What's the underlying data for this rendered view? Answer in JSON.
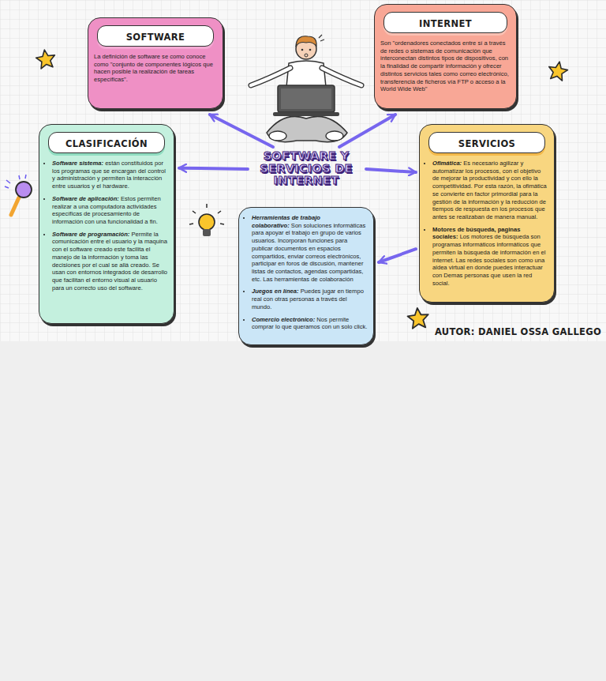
{
  "diagram": {
    "nodes": [
      {
        "text": [
          "SOFTWARE",
          "La definición de software se como conoce como \"conjunto de componentes lógicos que hacen posible la realización de tareas específicas\"."
        ]
      },
      {
        "text": [
          "INTERNET",
          "Son \"ordenadores conectados entre sí a través de redes o sistemas de comunicación que interconectan distintos tipos de dispositivos, con la finalidad de compartir información y ofrecer distintos servicios tales como correo electrónico, transferencia de ficheros vía FTP o acceso a la World Wide Web\""
        ]
      },
      {
        "text": [
          "CLASIFICACIÓN",
          "Software sistema:",
          "están constituidos por los programas que se encargan del control y administración y permiten la interacción entre usuarios y el hardware.",
          "Software de aplicación:",
          "Estos permiten realizar a una computadora actividades específicas de procesamiento de información con una funcionalidad a fin.",
          "Software de programación:",
          "Permite la comunicación entre el usuario y la maquina con el software creado este facilita el manejo de la información y toma las decisiones por el cual se allá creado. Se usan con entornos integrados de desarrollo que facilitan el entorno visual al usuario para un correcto uso del software."
        ]
      },
      {
        "text": [
          "SERVICIOS",
          "Ofimática:",
          "Es necesario agilizar y automatizar los procesos, con el objetivo de mejorar la productividad y con ello la competitividad. Por esta razón, la ofimática se convierte en factor primordial para la gestión de la información y la reducción de tiempos de respuesta en los procesos que antes se realizaban de manera manual.",
          "Motores de búsqueda, paginas sociales:",
          "Los motores de búsqueda son programas informáticos informáticos que permiten la búsqueda de información en el internet. Las redes sociales son como una aldea virtual en donde puedes interactuar con Demas personas que usen la red social."
        ]
      },
      {
        "text": [
          "SOFTWARE Y SERVICIOS DE INTERNET"
        ]
      },
      {
        "text": [
          "Herramientas de trabajo colaborativo:",
          "Son soluciones informáticas para apoyar el trabajo en grupo de varios usuarios. Incorporan funciones para publicar documentos en espacios compartidos, enviar correos electrónicos, participar en foros de discusión, mantener listas de contactos, agendas compartidas, etc. Las herramientas de colaboración",
          "Juegos en línea:",
          "Puedes jugar en tiempo real con otras personas a través del mundo.",
          "Comercio electrónico:",
          "Nos permite comprar lo que queramos con un solo click."
        ]
      }
    ],
    "edges": [
      {
        "from": 4,
        "to": 0,
        "arrow": "to"
      },
      {
        "from": 4,
        "to": 1,
        "arrow": "to"
      },
      {
        "from": 4,
        "to": 2,
        "arrow": "to"
      },
      {
        "from": 4,
        "to": 3,
        "arrow": "to"
      },
      {
        "from": 3,
        "to": 5,
        "arrow": "to"
      }
    ],
    "labels": [
      "AUTOR: DANIEL OSSA GALLEGO"
    ]
  }
}
